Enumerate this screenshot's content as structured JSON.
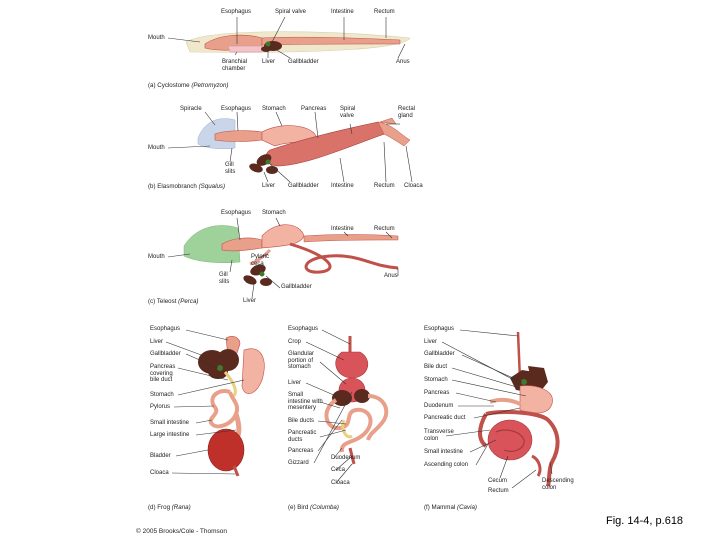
{
  "panels": {
    "a": {
      "caption_prefix": "(a) Cyclostome",
      "caption_species": "(Petromyzon)",
      "labels": [
        "Esophagus",
        "Spiral valve",
        "Intestine",
        "Rectum",
        "Mouth",
        "Branchial\nchamber",
        "Liver",
        "Gallbladder",
        "Anus"
      ]
    },
    "b": {
      "caption_prefix": "(b) Elasmobranch",
      "caption_species": "(Squalus)",
      "labels": [
        "Spiracle",
        "Esophagus",
        "Stomach",
        "Pancreas",
        "Spiral\nvalve",
        "Rectal\ngland",
        "Mouth",
        "Gill\nslits",
        "Liver",
        "Gallbladder",
        "Intestine",
        "Rectum",
        "Cloaca"
      ]
    },
    "c": {
      "caption_prefix": "(c) Teleost",
      "caption_species": "(Perca)",
      "labels": [
        "Esophagus",
        "Stomach",
        "Intestine",
        "Rectum",
        "Mouth",
        "Pyloric\nceca",
        "Gill\nslits",
        "Anus",
        "Gallbladder",
        "Liver"
      ]
    },
    "d": {
      "caption_prefix": "(d) Frog",
      "caption_species": "(Rana)",
      "labels": [
        "Esophagus",
        "Liver",
        "Gallbladder",
        "Pancreas\ncovering\nbile duct",
        "Stomach",
        "Pylorus",
        "Small intestine",
        "Large intestine",
        "Bladder",
        "Cloaca"
      ]
    },
    "e": {
      "caption_prefix": "(e) Bird",
      "caption_species": "(Columba)",
      "labels": [
        "Esophagus",
        "Crop",
        "Glandular\nportion of\nstomach",
        "Liver",
        "Small\nintestine with\nmesentery",
        "Bile ducts",
        "Pancreatic\nducts",
        "Pancreas",
        "Gizzard",
        "Duodenum",
        "Ceca",
        "Cloaca"
      ]
    },
    "f": {
      "caption_prefix": "(f) Mammal",
      "caption_species": "(Cavia)",
      "labels": [
        "Esophagus",
        "Liver",
        "Gallbladder",
        "Bile duct",
        "Stomach",
        "Pancreas",
        "Duodenum",
        "Pancreatic duct",
        "Transverse\ncolon",
        "Small intestine",
        "Ascending colon",
        "Cecum",
        "Rectum",
        "Descending\ncolon"
      ]
    }
  },
  "copyright": "© 2005 Brooks/Cole - Thomson",
  "figure_ref": "Fig. 14-4, p.618",
  "colors": {
    "gut": "#e8a08a",
    "gut_dark": "#c0504a",
    "liver": "#5a2a1e",
    "gallbladder": "#3f7a2e",
    "gill": "#8fc98a",
    "chamber": "#c9d6ea",
    "body": "#efe8cc"
  }
}
